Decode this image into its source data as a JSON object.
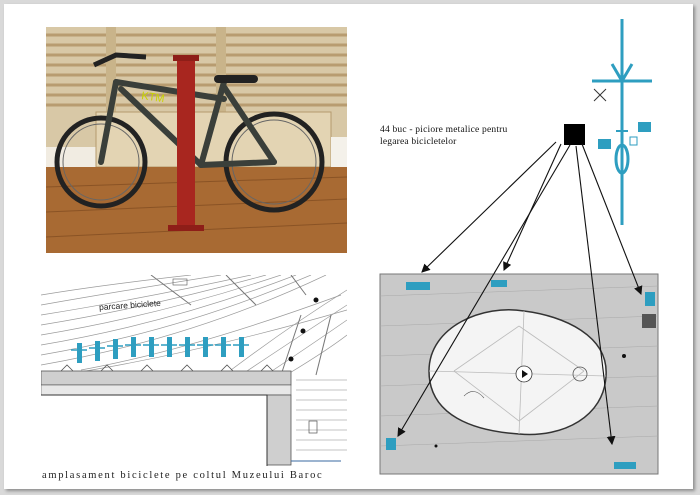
{
  "annotation": {
    "line1": "44 buc - piciore metalice pentru",
    "line2": "legarea bicicletelor"
  },
  "detail_plan": {
    "label": "parcare biciclete"
  },
  "caption": "amplasament biciclete pe coltul Muzeului Baroc",
  "colors": {
    "rack_red": "#a8261f",
    "bike_marker_blue": "#2e9ec0",
    "plan_gray": "#8c8c8c"
  },
  "icons": [
    "bicycle-rack-photo",
    "bicycle-top-view-icon",
    "black-square-symbol",
    "arrow"
  ]
}
